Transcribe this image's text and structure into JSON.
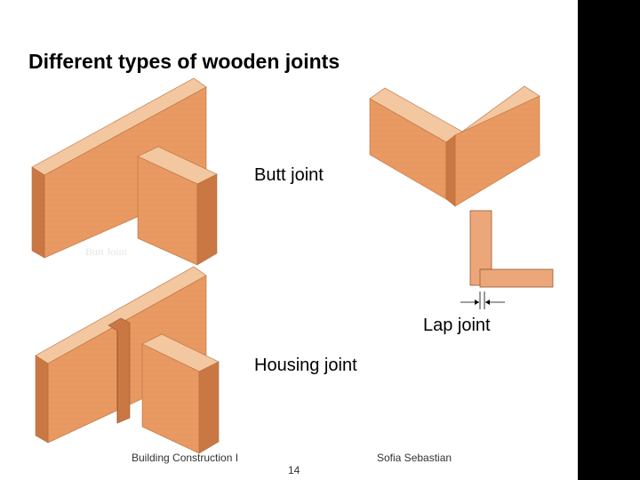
{
  "slide": {
    "title": "Different types of wooden joints",
    "labels": {
      "butt": "Butt joint",
      "lap": "Lap joint",
      "housing": "Housing joint"
    },
    "image_caption": "Butt Joint",
    "footer": {
      "left": "Building Construction I",
      "right": "Sofia Sebastian",
      "page": "14"
    }
  },
  "colors": {
    "wood_front": "#e89a62",
    "wood_top": "#f3c7a0",
    "wood_side": "#c97844",
    "plan_fill": "#eba77a",
    "sidebar": "#000000"
  }
}
